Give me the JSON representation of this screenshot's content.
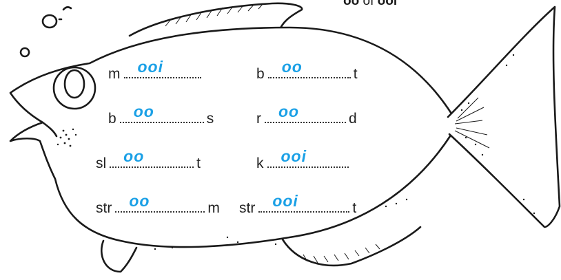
{
  "instruction": {
    "option_a": "oo",
    "word_or": "of",
    "option_b": "ooi"
  },
  "left_column": [
    {
      "pre": "m",
      "answer": "ooi",
      "post": ""
    },
    {
      "pre": "b",
      "answer": "oo",
      "post": "s"
    },
    {
      "pre": "sl",
      "answer": "oo",
      "post": "t"
    },
    {
      "pre": "str",
      "answer": "oo",
      "post": "m"
    }
  ],
  "right_column": [
    {
      "pre": "b",
      "answer": "oo",
      "post": "t"
    },
    {
      "pre": "r",
      "answer": "oo",
      "post": "d"
    },
    {
      "pre": "k",
      "answer": "ooi",
      "post": ""
    },
    {
      "pre": "str",
      "answer": "ooi",
      "post": "t"
    }
  ],
  "colors": {
    "answer": "#1aa0e6",
    "ink": "#1a1a1a"
  }
}
